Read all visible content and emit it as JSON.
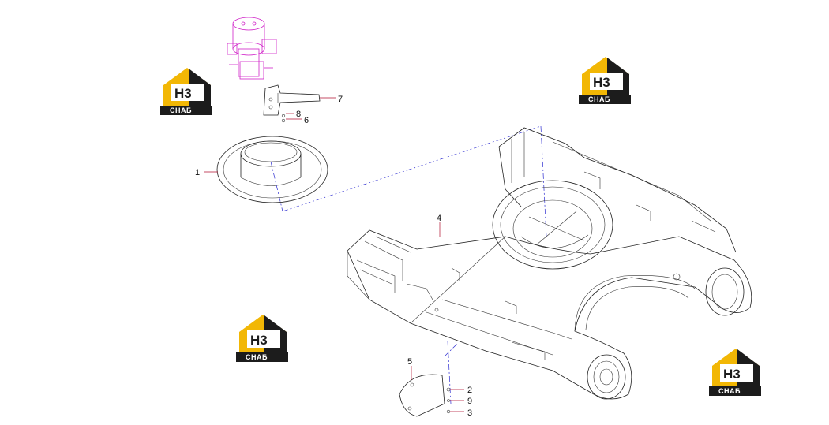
{
  "callouts": {
    "c1": "1",
    "c2": "2",
    "c3": "3",
    "c4": "4",
    "c5": "5",
    "c6": "6",
    "c7": "7",
    "c8": "8",
    "c9": "9"
  },
  "logo": {
    "mark": "H3",
    "text": "СНАБ",
    "color_yellow": "#f2b705",
    "color_dark": "#1c1c1c"
  },
  "colors": {
    "leader": "#b01030",
    "centerline": "#2b2bd0",
    "swivel": "#d020c8"
  }
}
